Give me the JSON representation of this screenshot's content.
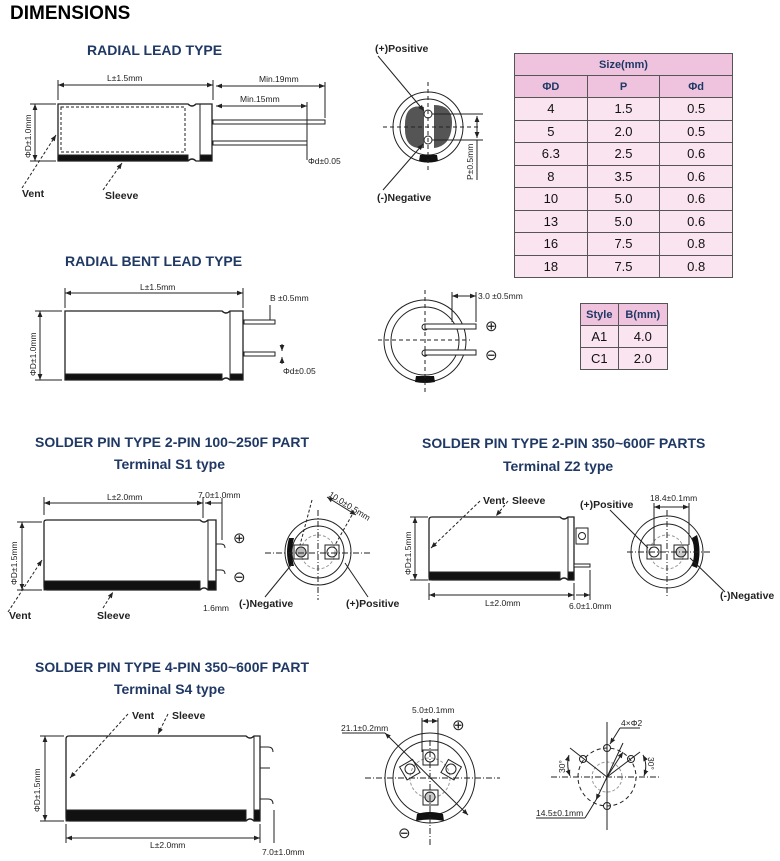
{
  "title": "DIMENSIONS",
  "sections": {
    "radial_lead": "RADIAL LEAD TYPE",
    "radial_bent": "RADIAL BENT LEAD TYPE",
    "s1_title": "SOLDER PIN TYPE 2-PIN 100~250F PART",
    "s1_sub": "Terminal S1 type",
    "z2_title": "SOLDER PIN TYPE 2-PIN 350~600F PARTS",
    "z2_sub": "Terminal Z2 type",
    "s4_title": "SOLDER PIN TYPE 4-PIN 350~600F PART",
    "s4_sub": "Terminal S4 type"
  },
  "size_table": {
    "caption": "Size(mm)",
    "headers": [
      "ΦD",
      "P",
      "Φd"
    ],
    "rows": [
      [
        "4",
        "1.5",
        "0.5"
      ],
      [
        "5",
        "2.0",
        "0.5"
      ],
      [
        "6.3",
        "2.5",
        "0.6"
      ],
      [
        "8",
        "3.5",
        "0.6"
      ],
      [
        "10",
        "5.0",
        "0.6"
      ],
      [
        "13",
        "5.0",
        "0.6"
      ],
      [
        "16",
        "7.5",
        "0.8"
      ],
      [
        "18",
        "7.5",
        "0.8"
      ]
    ]
  },
  "style_table": {
    "headers": [
      "Style",
      "B(mm)"
    ],
    "rows": [
      [
        "A1",
        "4.0"
      ],
      [
        "C1",
        "2.0"
      ]
    ]
  },
  "radial": {
    "length": "L±1.5mm",
    "min19": "Min.19mm",
    "min15": "Min.15mm",
    "diameter": "ΦD±1.0mm",
    "lead_dia": "Φd±0.05",
    "vent": "Vent",
    "sleeve": "Sleeve",
    "positive": "(+)Positive",
    "negative": "(-)Negative",
    "pitch": "P±0.5mm"
  },
  "bent": {
    "length": "L±1.5mm",
    "b": "B ±0.5mm",
    "diameter": "ΦD±1.0mm",
    "lead_dia": "Φd±0.05",
    "offset": "3.0 ±0.5mm",
    "plus": "⊕",
    "minus": "⊖"
  },
  "s1": {
    "length": "L±2.0mm",
    "pin": "7.0±1.0mm",
    "diameter": "ΦD±1.5mm",
    "pin_w": "1.6mm",
    "vent": "Vent",
    "sleeve": "Sleeve",
    "plus": "⊕",
    "minus": "⊖",
    "spacing": "10.0±0.5mm",
    "negative": "(-)Negative",
    "positive": "(+)Positive"
  },
  "z2": {
    "length": "L±2.0mm",
    "pin": "6.0±1.0mm",
    "diameter": "ΦD±1.5mm",
    "vent": "Vent",
    "sleeve": "Sleeve",
    "spacing": "18.4±0.1mm",
    "positive": "(+)Positive",
    "negative": "(-)Negative"
  },
  "s4": {
    "length": "L±2.0mm",
    "pin": "7.0±1.0mm",
    "diameter": "ΦD±1.5mm",
    "vent": "Vent",
    "sleeve": "Sleeve",
    "pin_w": "5.0±0.1mm",
    "circle": "21.1±0.2mm",
    "plus": "⊕",
    "minus": "⊖",
    "holes": "4×Φ2",
    "angle": "30°",
    "pcd": "14.5±0.1mm"
  }
}
